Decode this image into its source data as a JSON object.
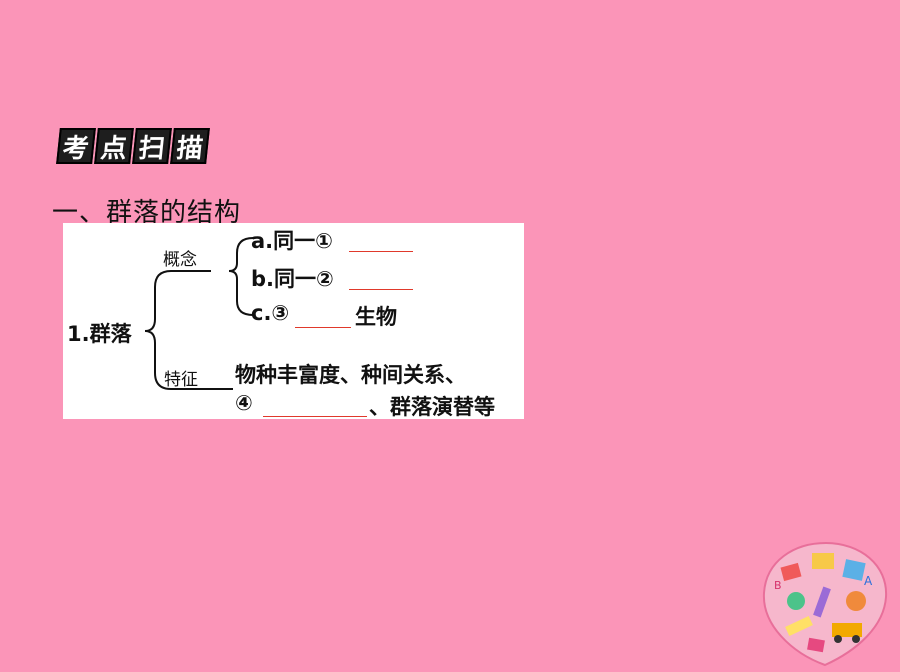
{
  "badge": {
    "chars": [
      "考",
      "点",
      "扫",
      "描"
    ]
  },
  "section_heading": "一、群落的结构",
  "diagram": {
    "root": "1.群落",
    "concept_label": "概念",
    "feature_label": "特征",
    "item_a": "a.同一①",
    "item_b": "b.同一②",
    "item_c_prefix": "c.③",
    "item_c_suffix": "生物",
    "feature_line1": "物种丰富度、种间关系、",
    "feature_line2_prefix": "④",
    "feature_line2_suffix": "、群落演替等"
  },
  "colors": {
    "background": "#fb95b8",
    "blank_line": "#e0392b"
  },
  "decoration": {
    "icon": "school-supplies-balloon-icon"
  }
}
